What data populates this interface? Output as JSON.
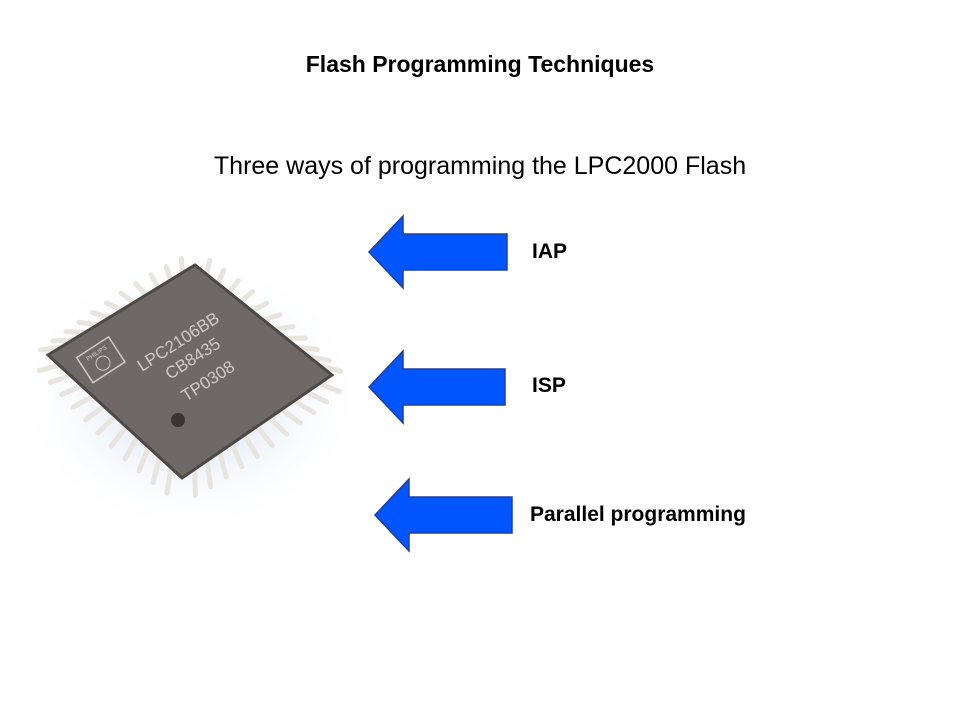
{
  "slide": {
    "title": "Flash Programming Techniques",
    "subtitle": "Three ways of programming the LPC2000 Flash",
    "methods": [
      {
        "label": "IAP"
      },
      {
        "label": "ISP"
      },
      {
        "label": "Parallel programming"
      }
    ],
    "chip": {
      "brand": "PHILIPS",
      "lines": [
        "LPC2106BB",
        "CB8435",
        "TP0308"
      ]
    },
    "colors": {
      "arrow": "#0055ff",
      "arrow_border": "#1f3f9f",
      "chip_body": "#6e6866"
    }
  }
}
